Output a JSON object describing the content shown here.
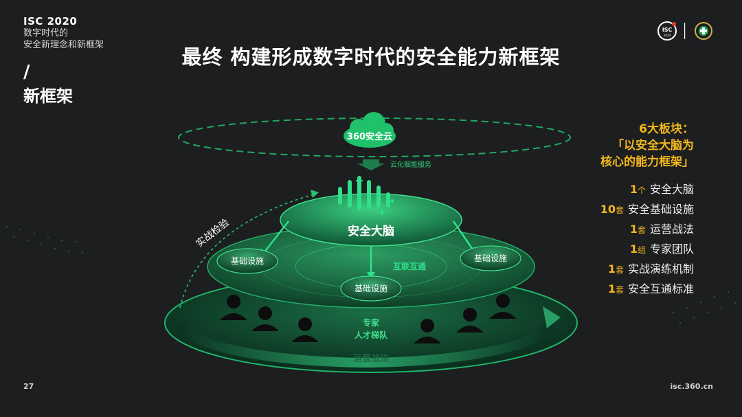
{
  "header": {
    "brand": "ISC 2020",
    "subtitle_line1": "数字时代的",
    "subtitle_line2": "安全新理念和新框架",
    "slash": "/",
    "section": "新框架"
  },
  "title": "最终  构建形成数字时代的安全能力新框架",
  "logos": {
    "isc_text": "ISC",
    "isc_year": "2020"
  },
  "diagram": {
    "cloud_label": "360安全云",
    "cloud_service": "云化赋能服务",
    "brain_label": "安全大脑",
    "infra_left": "基础设施",
    "infra_right": "基础设施",
    "infra_center": "基础设施",
    "interop": "互联互通",
    "combat": "实战检验",
    "expert_line1": "专家",
    "expert_line2": "人才梯队",
    "ops": "运营战法"
  },
  "right_panel": {
    "heading_line1": "6大板块：",
    "heading_line2": "「以安全大脑为",
    "heading_line3": "核心的能力框架」",
    "items": [
      {
        "num": "1",
        "unit": "个",
        "text": "安全大脑"
      },
      {
        "num": "10",
        "unit": "套",
        "text": "安全基础设施"
      },
      {
        "num": "1",
        "unit": "套",
        "text": "运营战法"
      },
      {
        "num": "1",
        "unit": "组",
        "text": "专家团队"
      },
      {
        "num": "1",
        "unit": "套",
        "text": "实战演练机制"
      },
      {
        "num": "1",
        "unit": "套",
        "text": "安全互通标准"
      }
    ]
  },
  "footer": {
    "page": "27",
    "site": "isc.360.cn"
  },
  "colors": {
    "accent_green": "#1fc16a",
    "highlight": "#f3b81c",
    "background": "#1d1e1f"
  }
}
